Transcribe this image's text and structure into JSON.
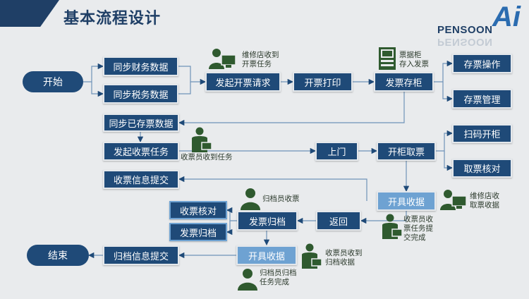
{
  "title": "基本流程设计",
  "logo": {
    "text": "PENSOON",
    "accent": "Ai"
  },
  "colors": {
    "node": "#1f4a78",
    "node_light": "#6ea2d2",
    "icon": "#2f5a2f",
    "line": "#6f93b8"
  },
  "nodes": {
    "start": "开始",
    "end": "结束",
    "sync_finance": "同步财务数据",
    "sync_tax": "同步税务数据",
    "request_invoice": "发起开票请求",
    "print_invoice": "开票打印",
    "store_invoice": "发票存柜",
    "deposit_op": "存票操作",
    "deposit_mgmt": "存票管理",
    "sync_stored": "同步已存票数据",
    "start_collect": "发起收票任务",
    "visit": "上门",
    "open_cabinet": "开柜取票",
    "scan_open": "扫码开柜",
    "verify_collect": "取票核对",
    "issue_receipt_1": "开具收据",
    "submit_collect_info": "收票信息提交",
    "return": "返回",
    "invoice_archive": "发票归档",
    "verify_receive": "收票核对",
    "invoice_file": "发票归档",
    "issue_receipt_2": "开具收据",
    "submit_archive_info": "归档信息提交"
  },
  "notes": {
    "repair_receive": "维修店收到\n开票任务",
    "cabinet_store": "票据柜\n存入发票",
    "collector_receive": "收票员收到任务",
    "repair_collect": "维修店收\n取票收据",
    "collector_done": "收票员收\n票任务提\n交完成",
    "archivist_collect": "归档员收票",
    "collector_archive_receipt": "收票员收到\n归档收据",
    "archivist_done": "归档员归档\n任务完成"
  },
  "icons": [
    "person-computer-icon",
    "cabinet-icon",
    "person-briefcase-icon",
    "person-computer-icon",
    "person-briefcase-icon",
    "person-icon",
    "person-briefcase-icon",
    "person-icon"
  ]
}
